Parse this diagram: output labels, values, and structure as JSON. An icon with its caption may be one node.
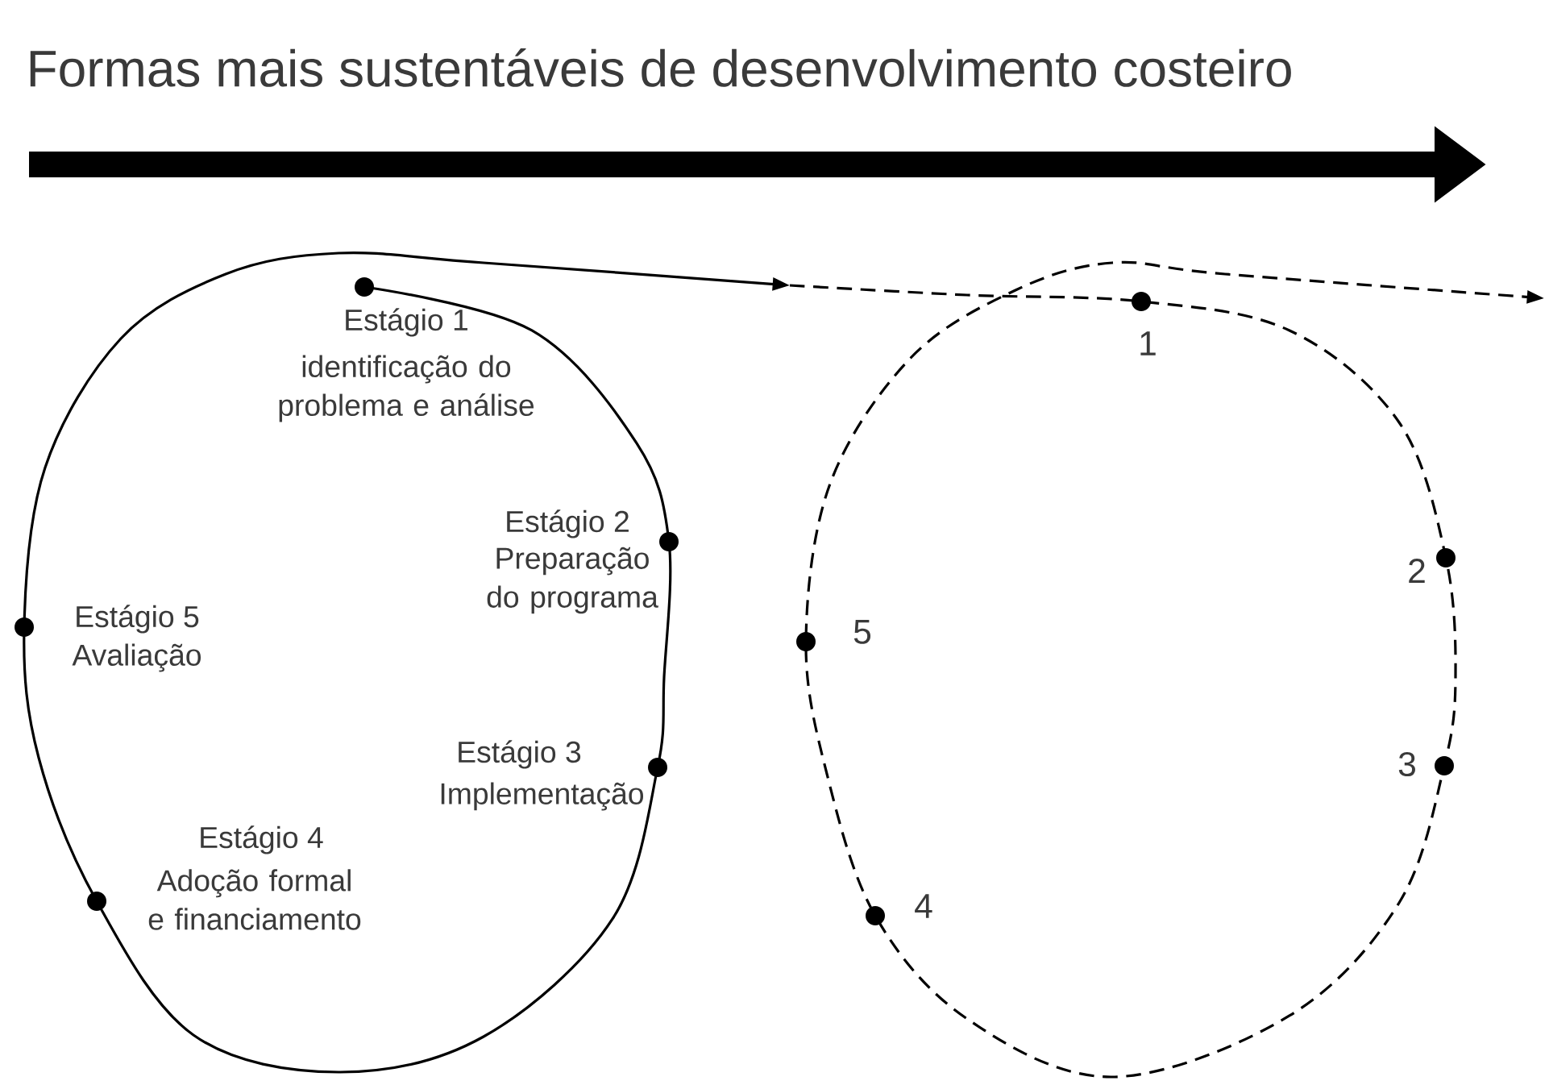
{
  "diagram": {
    "title": "Formas mais sustentáveis de desenvolvimento costeiro",
    "labels": [
      "Estágio 1",
      "identificação do problema e análise",
      "Estágio 2",
      "Preparação do programa",
      "Estágio 5",
      "Avaliação",
      "Estágio 3",
      "Implementação",
      "Estágio 4",
      "Adoção formal e financiamento",
      "1",
      "2",
      "5",
      "3",
      "4"
    ]
  }
}
